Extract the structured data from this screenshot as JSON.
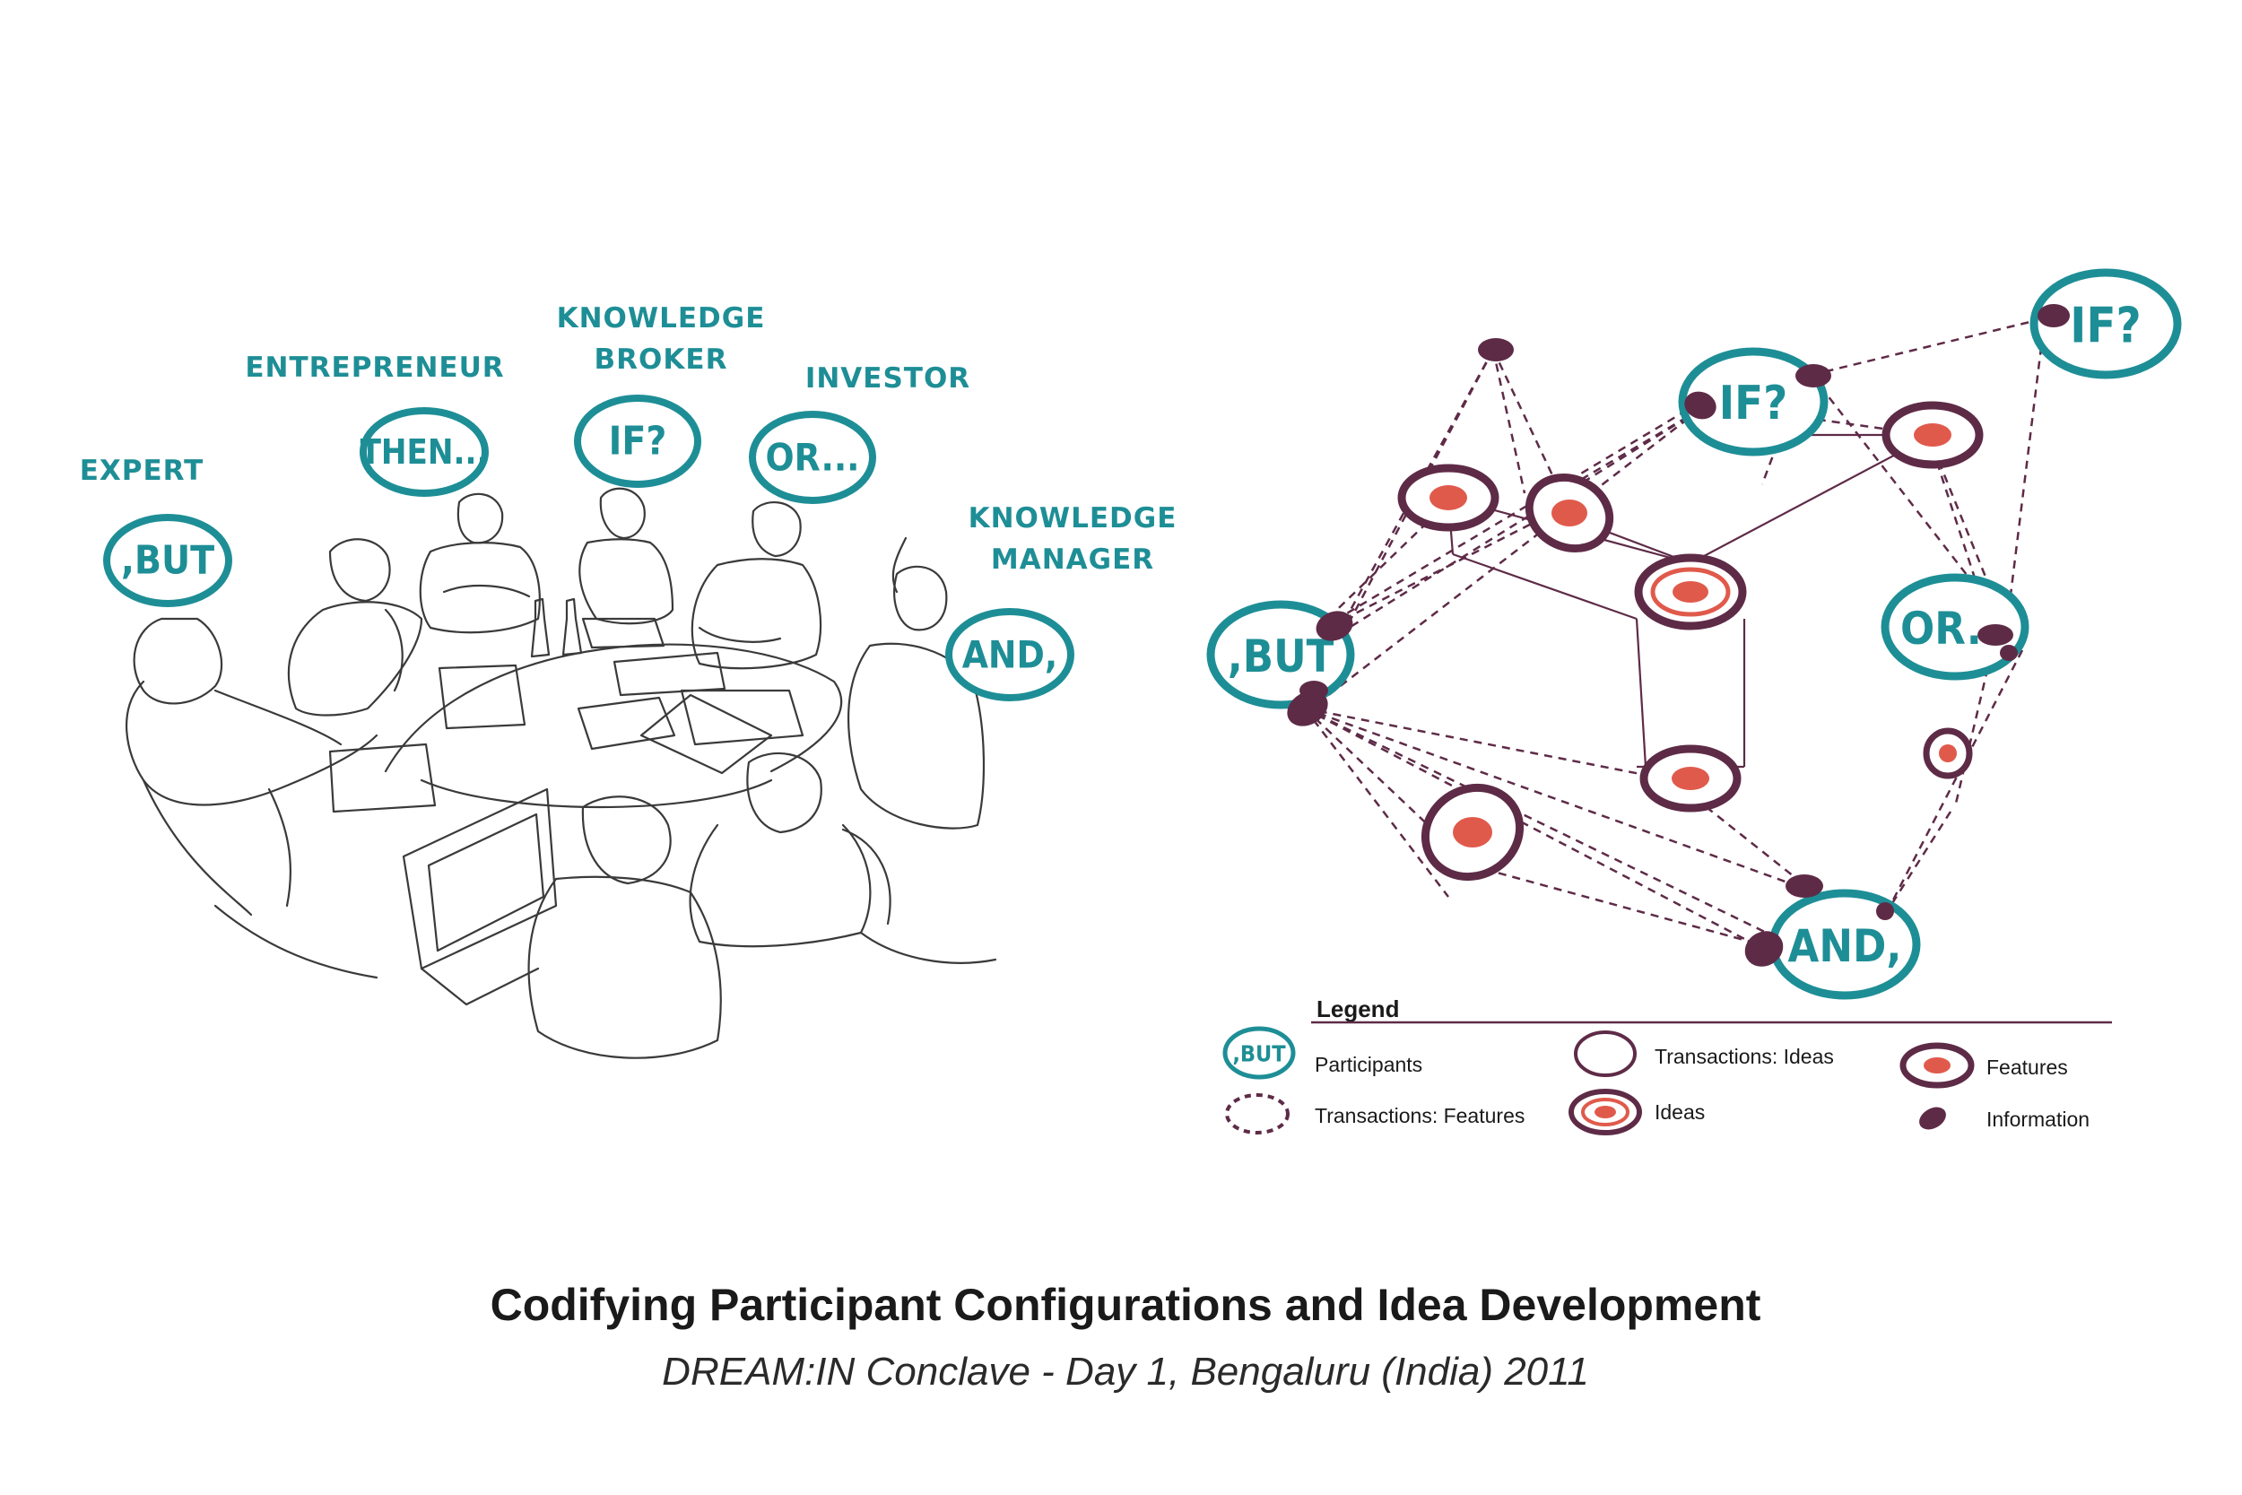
{
  "roles": [
    {
      "id": "expert",
      "label": "EXPERT",
      "bubble": ",BUT"
    },
    {
      "id": "entrepreneur",
      "label": "ENTREPRENEUR",
      "bubble": "THEN..."
    },
    {
      "id": "knowledge-broker",
      "label_line1": "KNOWLEDGE",
      "label_line2": "BROKER",
      "bubble": "IF?"
    },
    {
      "id": "investor",
      "label": "INVESTOR",
      "bubble": "OR..."
    },
    {
      "id": "knowledge-manager",
      "label_line1": "KNOWLEDGE",
      "label_line2": "MANAGER",
      "bubble": "AND,"
    }
  ],
  "network": {
    "participants": [
      ",BUT",
      "IF?",
      "IF?",
      "OR..",
      "AND,"
    ]
  },
  "legend": {
    "title": "Legend",
    "items": {
      "participants": {
        "label": "Participants",
        "sample": ",BUT"
      },
      "transactions_features": {
        "label": "Transactions: Features"
      },
      "transactions_ideas": {
        "label": "Transactions: Ideas"
      },
      "ideas": {
        "label": "Ideas"
      },
      "features": {
        "label": "Features"
      },
      "information": {
        "label": "Information"
      }
    }
  },
  "caption": {
    "title": "Codifying Participant Configurations and Idea Development",
    "subtitle": "DREAM:IN Conclave - Day 1, Bengaluru (India) 2011"
  },
  "colors": {
    "teal": "#1e8e96",
    "plum": "#5e2b47",
    "coral": "#e05a4c",
    "ink": "#1a1a1a"
  }
}
